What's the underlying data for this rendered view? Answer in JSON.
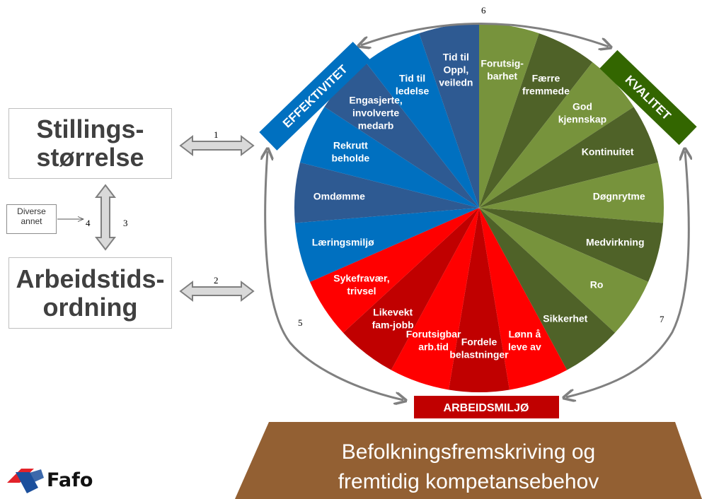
{
  "left_boxes": {
    "stillings": [
      "Stillings-",
      "størrelse"
    ],
    "arbeidstids": [
      "Arbeidstids-",
      "ordning"
    ],
    "diverse": [
      "Diverse",
      "annet"
    ]
  },
  "arrow_numbers": [
    "1",
    "2",
    "3",
    "4",
    "5",
    "6",
    "7"
  ],
  "categories": {
    "effektivitet": "EFFEKTIVITET",
    "kvalitet": "KVALITET",
    "arbeidsmiljo": "ARBEIDSMILJØ"
  },
  "wheel": {
    "segments": [
      {
        "lines": [
          "Forutsig-",
          "barhet"
        ],
        "color": "#77933c"
      },
      {
        "lines": [
          "Færre",
          "fremmede"
        ],
        "color": "#4f6228"
      },
      {
        "lines": [
          "God",
          "kjennskap"
        ],
        "color": "#77933c"
      },
      {
        "lines": [
          "Kontinuitet"
        ],
        "color": "#4f6228"
      },
      {
        "lines": [
          "Døgnrytme"
        ],
        "color": "#77933c"
      },
      {
        "lines": [
          "Medvirkning"
        ],
        "color": "#4f6228"
      },
      {
        "lines": [
          "Ro"
        ],
        "color": "#77933c"
      },
      {
        "lines": [
          "Sikkerhet"
        ],
        "color": "#4f6228"
      },
      {
        "lines": [
          "Lønn å",
          "leve av"
        ],
        "color": "#ff0000"
      },
      {
        "lines": [
          "Fordele",
          "belastninger"
        ],
        "color": "#c00000"
      },
      {
        "lines": [
          "Forutsigbar",
          "arb.tid"
        ],
        "color": "#ff0000"
      },
      {
        "lines": [
          "Likevekt",
          "fam-jobb"
        ],
        "color": "#c00000"
      },
      {
        "lines": [
          "Sykefravær,",
          "trivsel"
        ],
        "color": "#ff0000"
      },
      {
        "lines": [
          "Læringsmiljø"
        ],
        "color": "#0070c0"
      },
      {
        "lines": [
          "Omdømme"
        ],
        "color": "#2e5a92"
      },
      {
        "lines": [
          "Rekrutt",
          "beholde"
        ],
        "color": "#0070c0"
      },
      {
        "lines": [
          "Engasjerte,",
          "involverte",
          "medarb"
        ],
        "color": "#2e5a92"
      },
      {
        "lines": [
          "Tid til",
          "ledelse"
        ],
        "color": "#0070c0"
      },
      {
        "lines": [
          "Tid til",
          "Oppl,",
          "veiledn"
        ],
        "color": "#2e5a92"
      }
    ]
  },
  "base": {
    "lines": [
      "Befolkningsfremskriving og",
      "fremtidig kompetansebehov"
    ],
    "color": "#936033"
  },
  "logo": {
    "text": "Fafo"
  },
  "colors": {
    "effektivitet": "#0070c0",
    "kvalitet": "#336600",
    "arbeidsmiljo": "#c00000",
    "arrow_fill": "#d9d9d9",
    "arrow_stroke": "#7f7f7f",
    "logo_red": "#e2232a",
    "logo_blue": "#1b4f9c"
  }
}
